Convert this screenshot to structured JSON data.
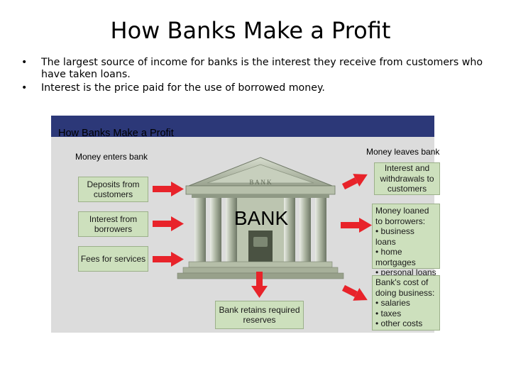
{
  "title": "How Banks Make a Profit",
  "bullets": [
    "The largest source of income for banks is the interest they receive from customers who have taken loans.",
    "Interest is the price paid for the use of borrowed money."
  ],
  "bullet_symbol": "•",
  "figure": {
    "title": "How Banks Make a Profit",
    "enters_label": "Money enters bank",
    "leaves_label": "Money leaves bank",
    "inflows": [
      "Deposits from customers",
      "Interest from borrowers",
      "Fees for services"
    ],
    "bank_label": "BANK",
    "pediment_text": "B A N K",
    "retains_label": "Bank retains required reserves",
    "outflows": [
      {
        "lines": [
          "Interest and",
          "withdrawals to",
          "customers"
        ]
      },
      {
        "lines": [
          "Money loaned",
          "to borrowers:",
          "• business loans",
          "• home",
          "mortgages",
          "• personal loans"
        ]
      },
      {
        "lines": [
          "Bank's cost of",
          "doing business:",
          "• salaries",
          "• taxes",
          "• other costs"
        ]
      }
    ],
    "colors": {
      "arrow": "#e8232a",
      "box": "#cde0bd",
      "header": "#2c3878",
      "panel": "#dcdcdc"
    }
  }
}
